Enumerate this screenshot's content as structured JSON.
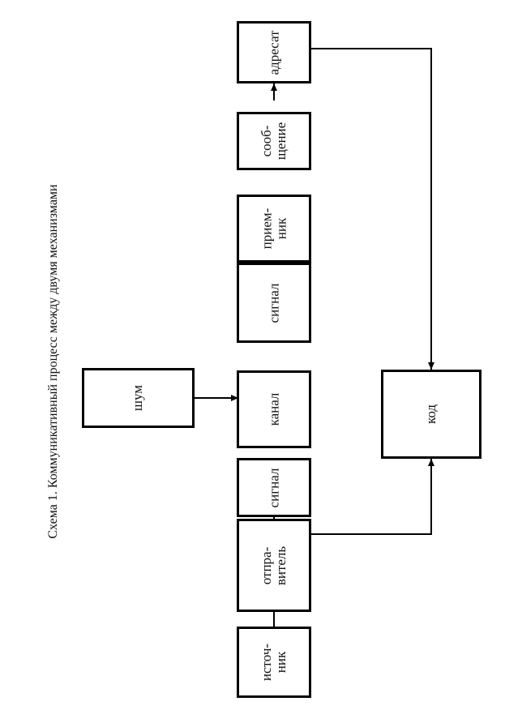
{
  "caption": "Схема 1.  Коммуникативный процесс между двумя механизмами",
  "nodes": {
    "istochnik": [
      "источ-",
      "ник"
    ],
    "otpravitel": [
      "отпра-",
      "витель"
    ],
    "signal_1": [
      "сигнал"
    ],
    "kanal": [
      "канал"
    ],
    "signal_2": [
      "сигнал"
    ],
    "priemnik": [
      "прием-",
      "ник"
    ],
    "soobshchenie": [
      "сооб-",
      "щение"
    ],
    "adresat": [
      "адресат"
    ],
    "shum": [
      "шум"
    ],
    "kod": [
      "код"
    ]
  },
  "colors": {
    "ink": "#000000",
    "paper": "#ffffff"
  }
}
